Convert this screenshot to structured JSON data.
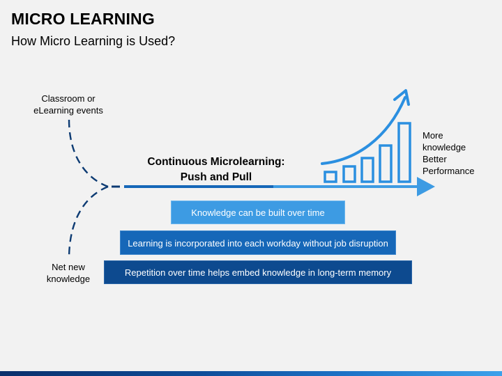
{
  "header": {
    "title": "MICRO LEARNING",
    "subtitle": "How Micro Learning is Used?"
  },
  "sources": {
    "top": "Classroom or\neLearning events",
    "bottom": "Net new\nknowledge"
  },
  "center": {
    "line1": "Continuous Microlearning:",
    "line2": "Push and Pull"
  },
  "result": {
    "line1": "More",
    "line2": "knowledge",
    "line3": "Better",
    "line4": "Performance"
  },
  "bars": {
    "first": "Knowledge can be built over time",
    "second": "Learning is incorporated into each workday without job disruption",
    "third": "Repetition over time helps embed knowledge in long-term memory"
  },
  "colors": {
    "dark_blue": "#0d4a8f",
    "mid_blue": "#1667b8",
    "light_blue": "#3d9be3",
    "arrow_blue": "#2b8fe0"
  }
}
